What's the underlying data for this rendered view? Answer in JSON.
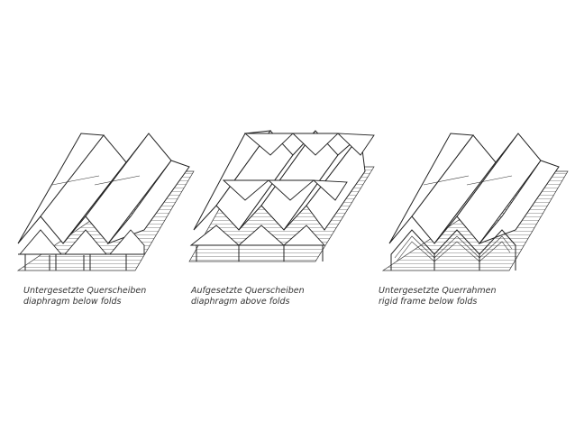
{
  "captions": [
    {
      "line1": "Untergesetzte Querscheiben",
      "line2": "diaphragm below folds"
    },
    {
      "line1": "Aufgesetzte Querscheiben",
      "line2": "diaphragm above folds"
    },
    {
      "line1": "Untergesetzte Querrahmen",
      "line2": "rigid frame below folds"
    }
  ]
}
